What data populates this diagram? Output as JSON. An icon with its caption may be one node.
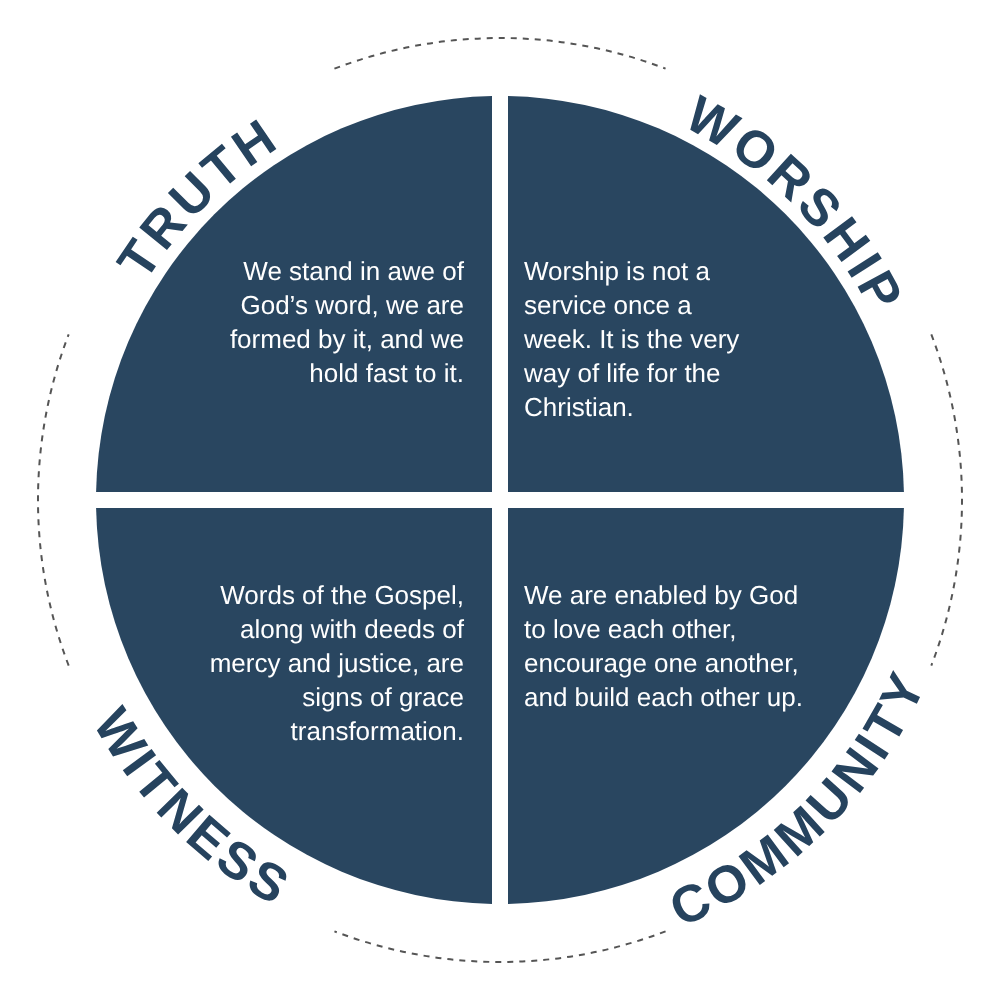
{
  "diagram": {
    "nodes": [
      {
        "text": [
          "TRUTH",
          "We stand in awe of God’s word, we are formed by it, and we hold fast to it."
        ]
      },
      {
        "text": [
          "WORSHIP",
          "Worship is not a service once a week. It is the very way of life for the Christian."
        ]
      },
      {
        "text": [
          "WITNESS",
          "Words of the Gospel, along with deeds of mercy and justice, are signs of grace transformation."
        ]
      },
      {
        "text": [
          "COMMUNITY",
          "We are enabled by God to love each other, encourage one another, and build each other up."
        ]
      }
    ],
    "edges": []
  }
}
